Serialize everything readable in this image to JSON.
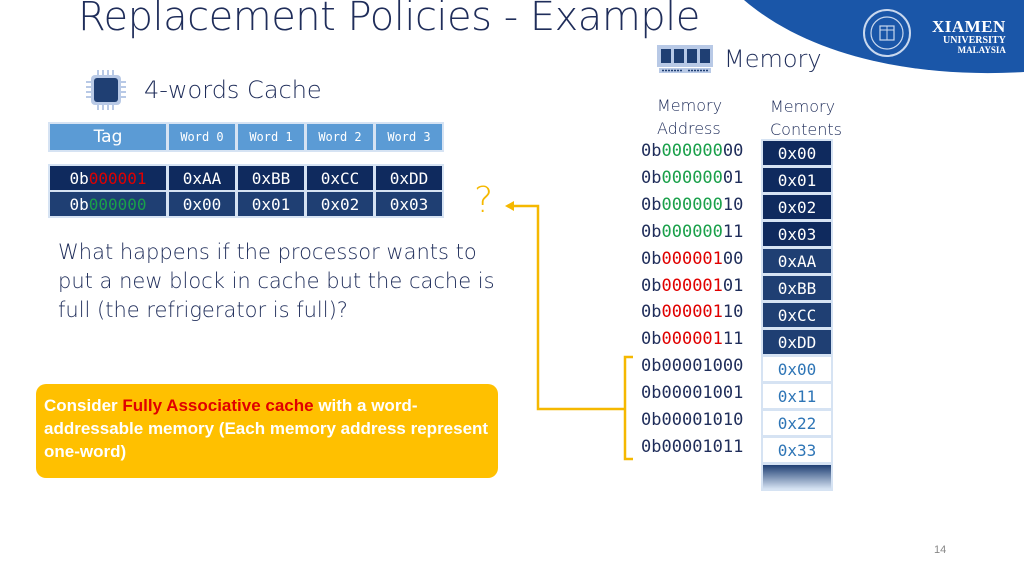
{
  "slide": {
    "title": "Replacement Policies - Example",
    "page_number": "14"
  },
  "branding": {
    "line1": "XIAMEN",
    "line2": "UNIVERSITY",
    "line3": "MALAYSIA",
    "logo_icon": "university-seal-icon",
    "accent_color": "#1a56a8"
  },
  "cache": {
    "heading": "4-words Cache",
    "icon": "cpu-chip-icon",
    "header": {
      "tag": "Tag",
      "words": [
        "Word 0",
        "Word 1",
        "Word 2",
        "Word 3"
      ]
    },
    "rows": [
      {
        "tag_prefix": "0b",
        "tag_bits": "000001",
        "tag_color": "#e00000",
        "words": [
          "0xAA",
          "0xBB",
          "0xCC",
          "0xDD"
        ]
      },
      {
        "tag_prefix": "0b",
        "tag_bits": "000000",
        "tag_color": "#1aa04a",
        "words": [
          "0x00",
          "0x01",
          "0x02",
          "0x03"
        ]
      }
    ]
  },
  "question": {
    "text": "What happens if the processor wants to put a new block in cache but the cache is full (the refrigerator is full)?",
    "mark": "?"
  },
  "callout": {
    "prefix": "Consider ",
    "highlight": "Fully Associative cache",
    "suffix": " with a word-addressable memory (Each memory address represent one-word)",
    "highlight_color": "#e00000",
    "bg_color": "#ffc000"
  },
  "memory": {
    "heading": "Memory",
    "icon": "ram-module-icon",
    "address_header": "Memory Address",
    "contents_header": "Memory Contents",
    "rows": [
      {
        "prefix": "0b",
        "tag": "000000",
        "offset": "00",
        "tag_class": "g",
        "content": "0x00",
        "style": "dark"
      },
      {
        "prefix": "0b",
        "tag": "000000",
        "offset": "01",
        "tag_class": "g",
        "content": "0x01",
        "style": "dark"
      },
      {
        "prefix": "0b",
        "tag": "000000",
        "offset": "10",
        "tag_class": "g",
        "content": "0x02",
        "style": "dark"
      },
      {
        "prefix": "0b",
        "tag": "000000",
        "offset": "11",
        "tag_class": "g",
        "content": "0x03",
        "style": "dark"
      },
      {
        "prefix": "0b",
        "tag": "000001",
        "offset": "00",
        "tag_class": "r",
        "content": "0xAA",
        "style": "mid"
      },
      {
        "prefix": "0b",
        "tag": "000001",
        "offset": "01",
        "tag_class": "r",
        "content": "0xBB",
        "style": "mid"
      },
      {
        "prefix": "0b",
        "tag": "000001",
        "offset": "10",
        "tag_class": "r",
        "content": "0xCC",
        "style": "mid"
      },
      {
        "prefix": "0b",
        "tag": "000001",
        "offset": "11",
        "tag_class": "r",
        "content": "0xDD",
        "style": "mid"
      },
      {
        "prefix": "0b",
        "tag": "000010",
        "offset": "00",
        "tag_class": "",
        "content": "0x00",
        "style": "light"
      },
      {
        "prefix": "0b",
        "tag": "000010",
        "offset": "01",
        "tag_class": "",
        "content": "0x11",
        "style": "light"
      },
      {
        "prefix": "0b",
        "tag": "000010",
        "offset": "10",
        "tag_class": "",
        "content": "0x22",
        "style": "light"
      },
      {
        "prefix": "0b",
        "tag": "000010",
        "offset": "11",
        "tag_class": "",
        "content": "0x33",
        "style": "light"
      }
    ]
  }
}
